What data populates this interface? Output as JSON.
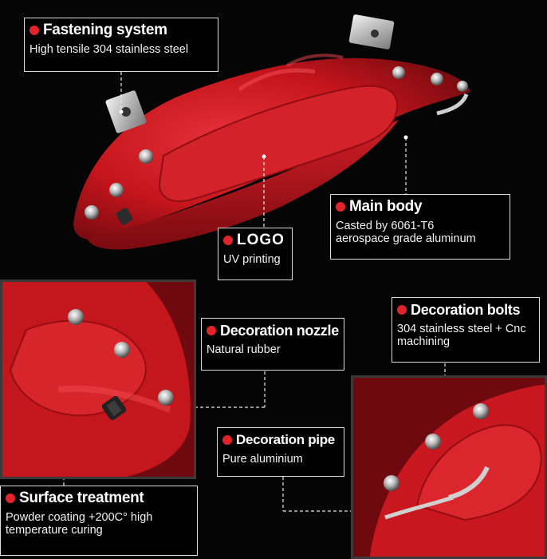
{
  "colors": {
    "accent": "#e2232a",
    "caliper": "#c4141c",
    "background": "#050505"
  },
  "callouts": {
    "fastening": {
      "title": "Fastening system",
      "text": "High tensile 304 stainless steel"
    },
    "main_body": {
      "title": "Main body",
      "text_line1": "Casted by 6061-T6",
      "text_line2": "aerospace grade aluminum"
    },
    "logo": {
      "title": "LOGO",
      "text": "UV printing"
    },
    "nozzle": {
      "title": "Decoration nozzle",
      "text": "Natural rubber"
    },
    "bolts": {
      "title": "Decoration bolts",
      "text_line1": "304 stainless steel + Cnc",
      "text_line2": "machining"
    },
    "pipe": {
      "title": "Decoration pipe",
      "text": "Pure aluminium"
    },
    "surface": {
      "title": "Surface treatment",
      "text_line1": "Powder coating +200C° high",
      "text_line2": "temperature curing"
    }
  },
  "icons": [
    "bullet-dot-icon",
    "bolt-icon",
    "nozzle-icon",
    "pipe-icon",
    "bracket-icon"
  ]
}
